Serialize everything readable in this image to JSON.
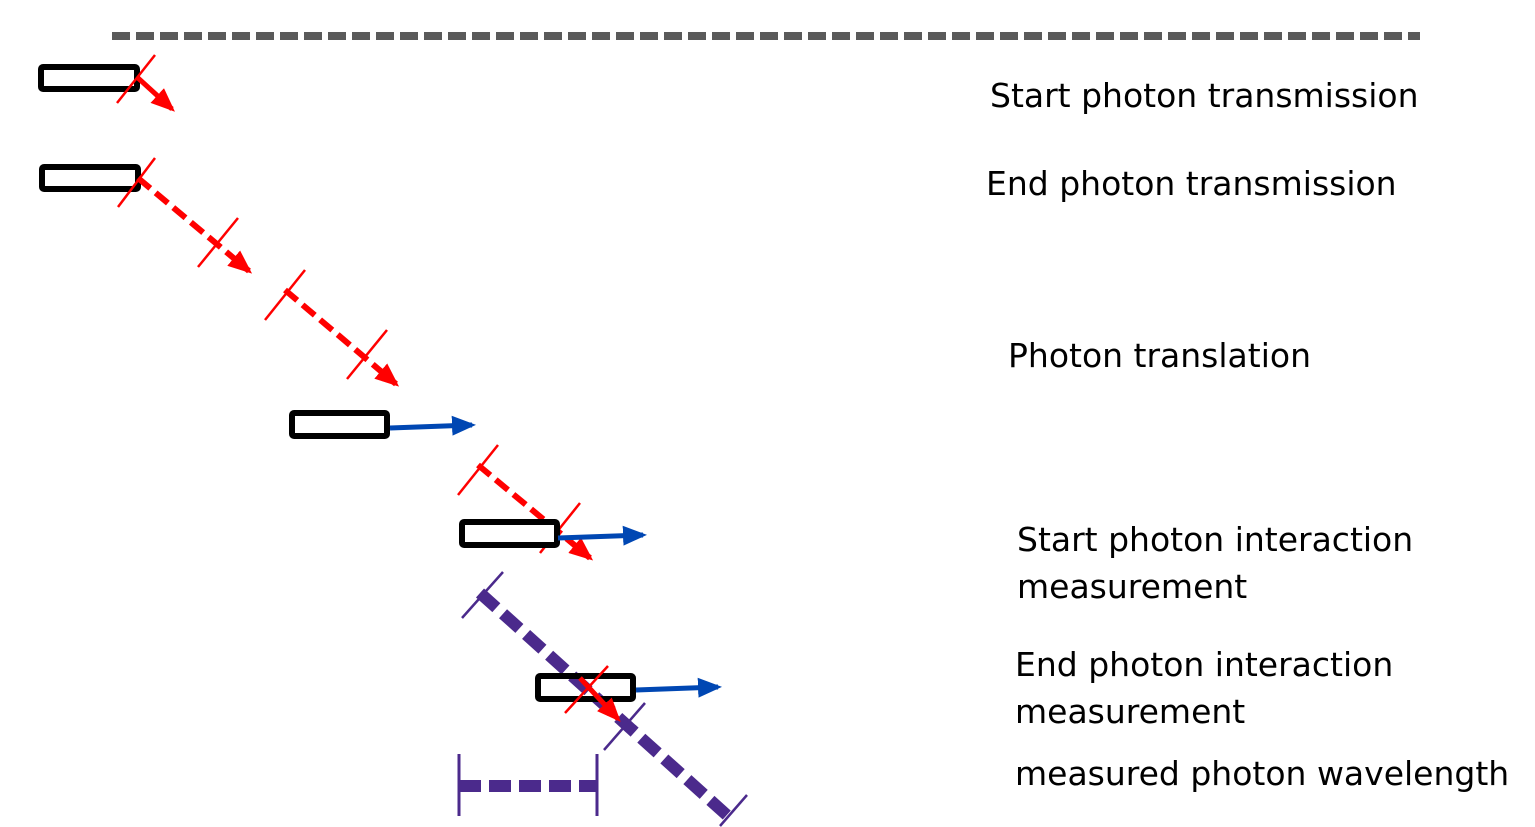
{
  "labels": {
    "start_transmission": "Start photon transmission",
    "end_transmission": "End photon transmission",
    "translation": "Photon translation",
    "start_interaction_line1": "Start photon interaction",
    "start_interaction_line2": "measurement",
    "end_interaction_line1": "End photon interaction",
    "end_interaction_line2": "measurement",
    "measured_wavelength": "measured photon wavelength"
  },
  "colors": {
    "photon_red": "#ff0000",
    "particle_blue": "#0047b3",
    "wavelength_purple": "#4b2a8c",
    "baseline_gray": "#5a5a5a",
    "detector_outline": "#000000"
  }
}
